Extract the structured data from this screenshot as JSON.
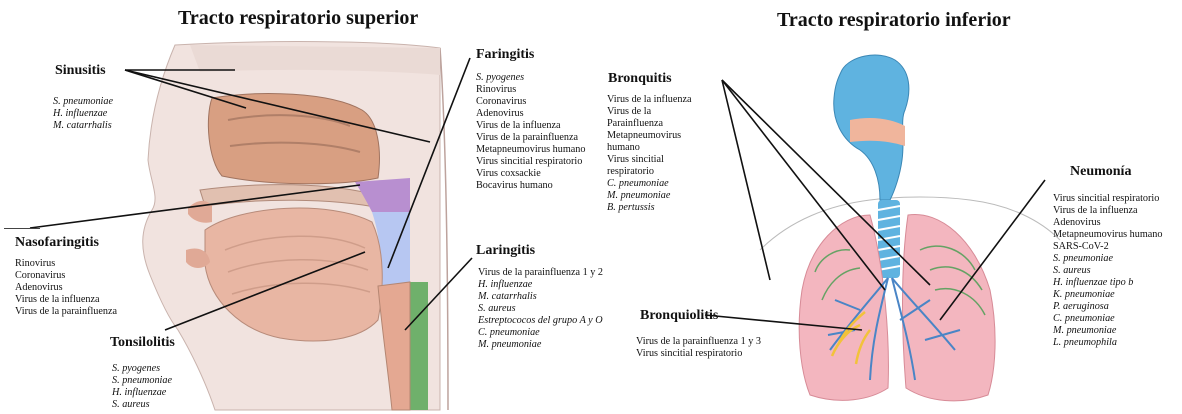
{
  "titles": {
    "upper": "Tracto respiratorio superior",
    "lower": "Tracto respiratorio inferior"
  },
  "sections": {
    "sinusitis": {
      "heading": "Sinusitis",
      "pathogens": [
        {
          "text": "S. pneumoniae",
          "italic": true
        },
        {
          "text": "H. influenzae",
          "italic": true
        },
        {
          "text": "M. catarrhalis",
          "italic": true
        }
      ]
    },
    "nasofaringitis": {
      "heading": "Nasofaringitis",
      "pathogens": [
        {
          "text": "Rinovirus",
          "italic": false
        },
        {
          "text": "Coronavirus",
          "italic": false
        },
        {
          "text": "Adenovirus",
          "italic": false
        },
        {
          "text": "Virus de la influenza",
          "italic": false
        },
        {
          "text": "Virus de la parainfluenza",
          "italic": false
        }
      ]
    },
    "tonsilolitis": {
      "heading": "Tonsilolitis",
      "pathogens": [
        {
          "text": "S. pyogenes",
          "italic": true
        },
        {
          "text": "S. pneumoniae",
          "italic": true
        },
        {
          "text": "H. influenzae",
          "italic": true
        },
        {
          "text": "S. aureus",
          "italic": true
        }
      ]
    },
    "faringitis": {
      "heading": "Faringitis",
      "pathogens": [
        {
          "text": "S. pyogenes",
          "italic": true
        },
        {
          "text": "Rinovirus",
          "italic": false
        },
        {
          "text": "Coronavirus",
          "italic": false
        },
        {
          "text": "Adenovirus",
          "italic": false
        },
        {
          "text": "Virus de la influenza",
          "italic": false
        },
        {
          "text": "Virus de la parainfluenza",
          "italic": false
        },
        {
          "text": "Metapneumovirus humano",
          "italic": false
        },
        {
          "text": "Virus sincitial respiratorio",
          "italic": false
        },
        {
          "text": "Virus coxsackie",
          "italic": false
        },
        {
          "text": "Bocavirus humano",
          "italic": false
        }
      ]
    },
    "laringitis": {
      "heading": "Laringitis",
      "pathogens": [
        {
          "text": "Virus de la parainfluenza 1 y 2",
          "italic": false
        },
        {
          "text": "H. influenzae",
          "italic": true
        },
        {
          "text": "M. catarrhalis",
          "italic": true
        },
        {
          "text": "S. aureus",
          "italic": true
        },
        {
          "text": "Estreptococos del grupo A y O",
          "italic": true
        },
        {
          "text": "C. pneumoniae",
          "italic": true
        },
        {
          "text": "M. pneumoniae",
          "italic": true
        }
      ]
    },
    "bronquitis": {
      "heading": "Bronquitis",
      "pathogens": [
        {
          "text": "Virus de la influenza",
          "italic": false
        },
        {
          "text": "Virus de la",
          "italic": false
        },
        {
          "text": "Parainfluenza",
          "italic": false
        },
        {
          "text": "Metapneumovirus",
          "italic": false
        },
        {
          "text": "humano",
          "italic": false
        },
        {
          "text": "Virus sincitial",
          "italic": false
        },
        {
          "text": "respiratorio",
          "italic": false
        },
        {
          "text": "C. pneumoniae",
          "italic": true
        },
        {
          "text": "M. pneumoniae",
          "italic": true
        },
        {
          "text": "B. pertussis",
          "italic": true
        }
      ]
    },
    "bronquiolitis": {
      "heading": "Bronquiolitis",
      "pathogens": [
        {
          "text": "Virus de la parainfluenza 1 y 3",
          "italic": false
        },
        {
          "text": "Virus sincitial respiratorio",
          "italic": false
        }
      ]
    },
    "neumonia": {
      "heading": "Neumonía",
      "pathogens": [
        {
          "text": "Virus sincitial respiratorio",
          "italic": false
        },
        {
          "text": "Virus de la influenza",
          "italic": false
        },
        {
          "text": "Adenovirus",
          "italic": false
        },
        {
          "text": "Metapneumovirus humano",
          "italic": false
        },
        {
          "text": "SARS-CoV-2",
          "italic": false
        },
        {
          "text": "S. pneumoniae",
          "italic": true
        },
        {
          "text": "S. aureus",
          "italic": true
        },
        {
          "text": "H. influenzae tipo b",
          "italic": true
        },
        {
          "text": "K. pneumoniae",
          "italic": true
        },
        {
          "text": "P. aeruginosa",
          "italic": true
        },
        {
          "text": "C. pneumoniae",
          "italic": true
        },
        {
          "text": "M. pneumoniae",
          "italic": true
        },
        {
          "text": "L. pneumophila",
          "italic": true
        }
      ]
    }
  },
  "colors": {
    "skin": "#f1e3df",
    "tissue": "#e8b6a3",
    "nasal": "#d89f82",
    "nasopharynx": "#b88fd0",
    "oropharynx": "#b7c7f2",
    "larynx": "#6fb06b",
    "lung": "#f3b6bf",
    "airway": "#5fb3e0",
    "bronchiole_highlight": "#f2c23a"
  }
}
